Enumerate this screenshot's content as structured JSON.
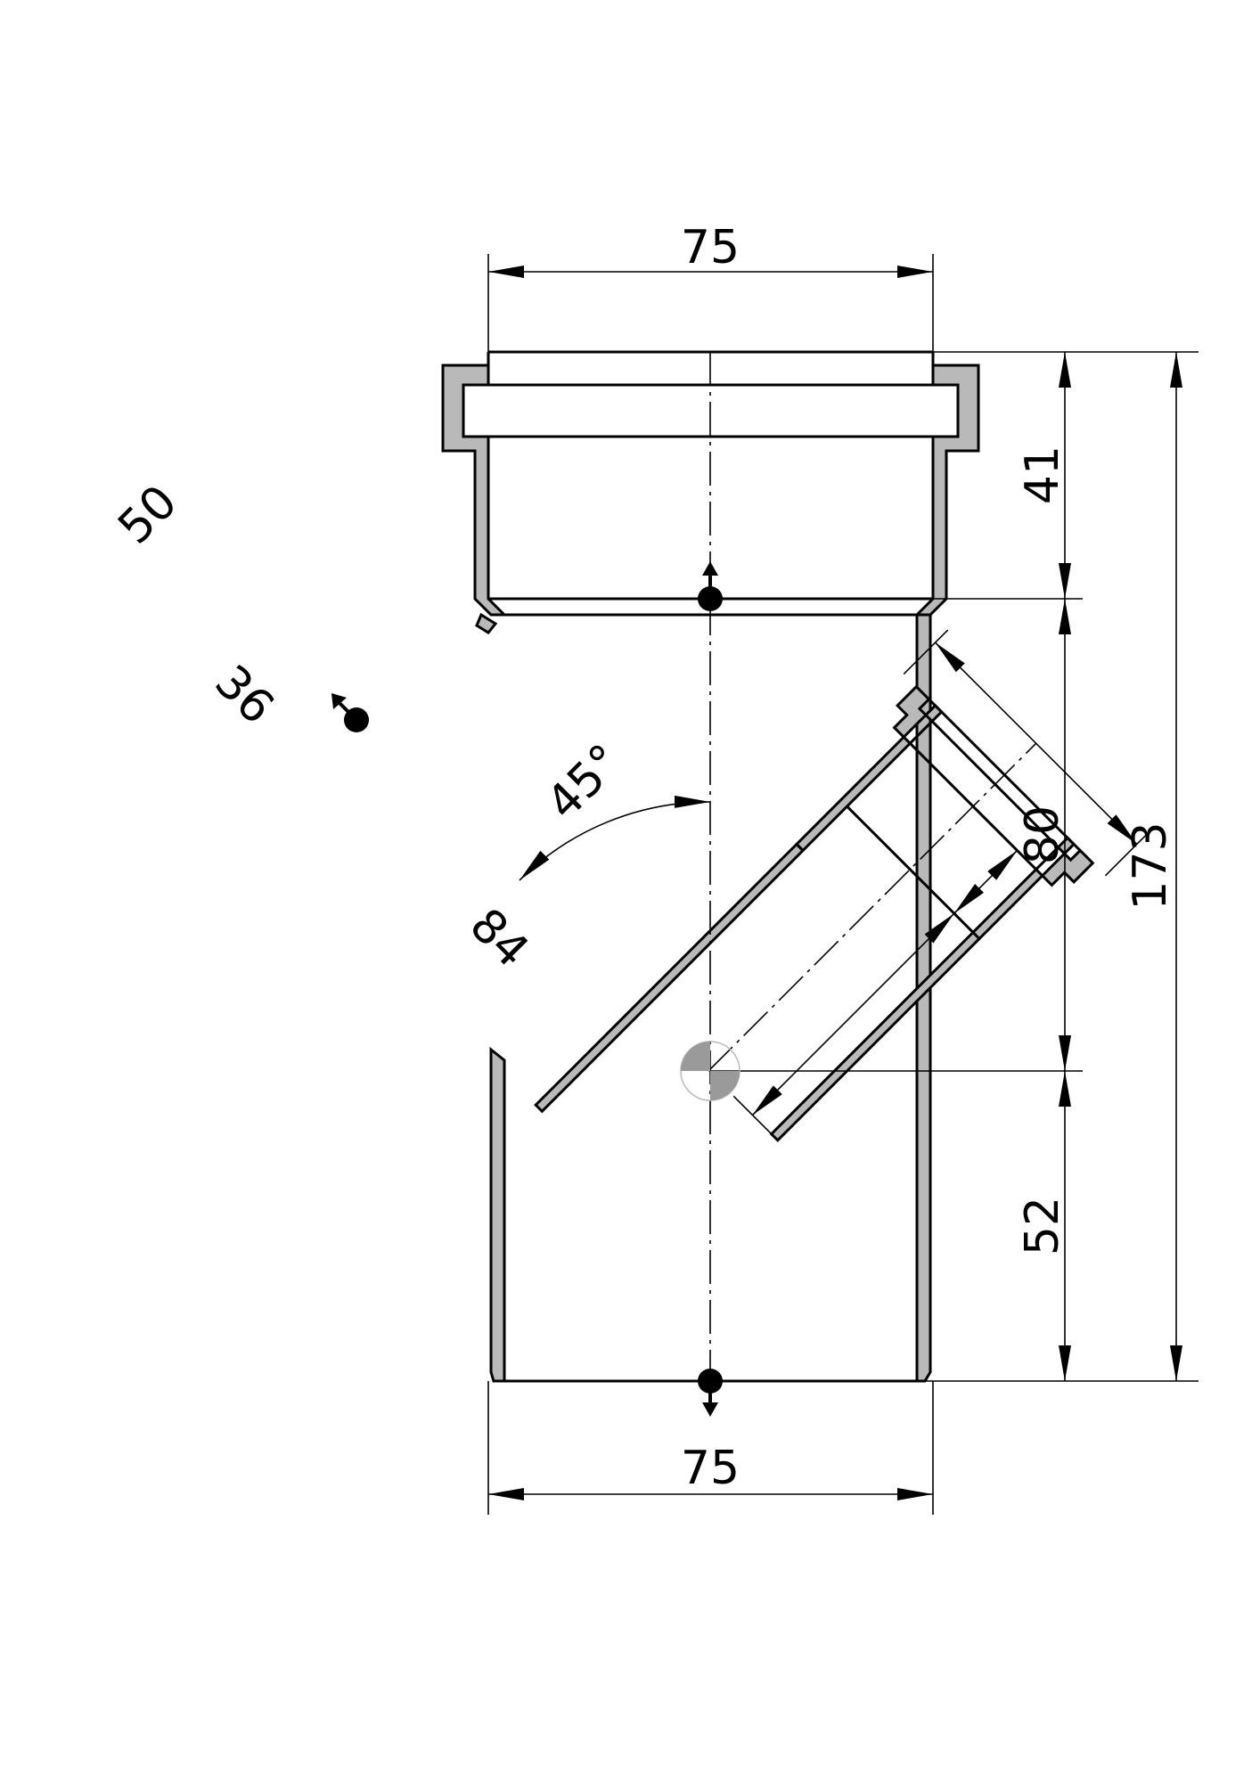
{
  "dimensions": {
    "top_width": "75",
    "bottom_width": "75",
    "socket_depth": "41",
    "middle_length": "80",
    "bottom_length": "52",
    "total_height": "173",
    "branch_diameter": "50",
    "branch_socket_depth": "36",
    "branch_length": "84",
    "branch_angle": "45°"
  }
}
